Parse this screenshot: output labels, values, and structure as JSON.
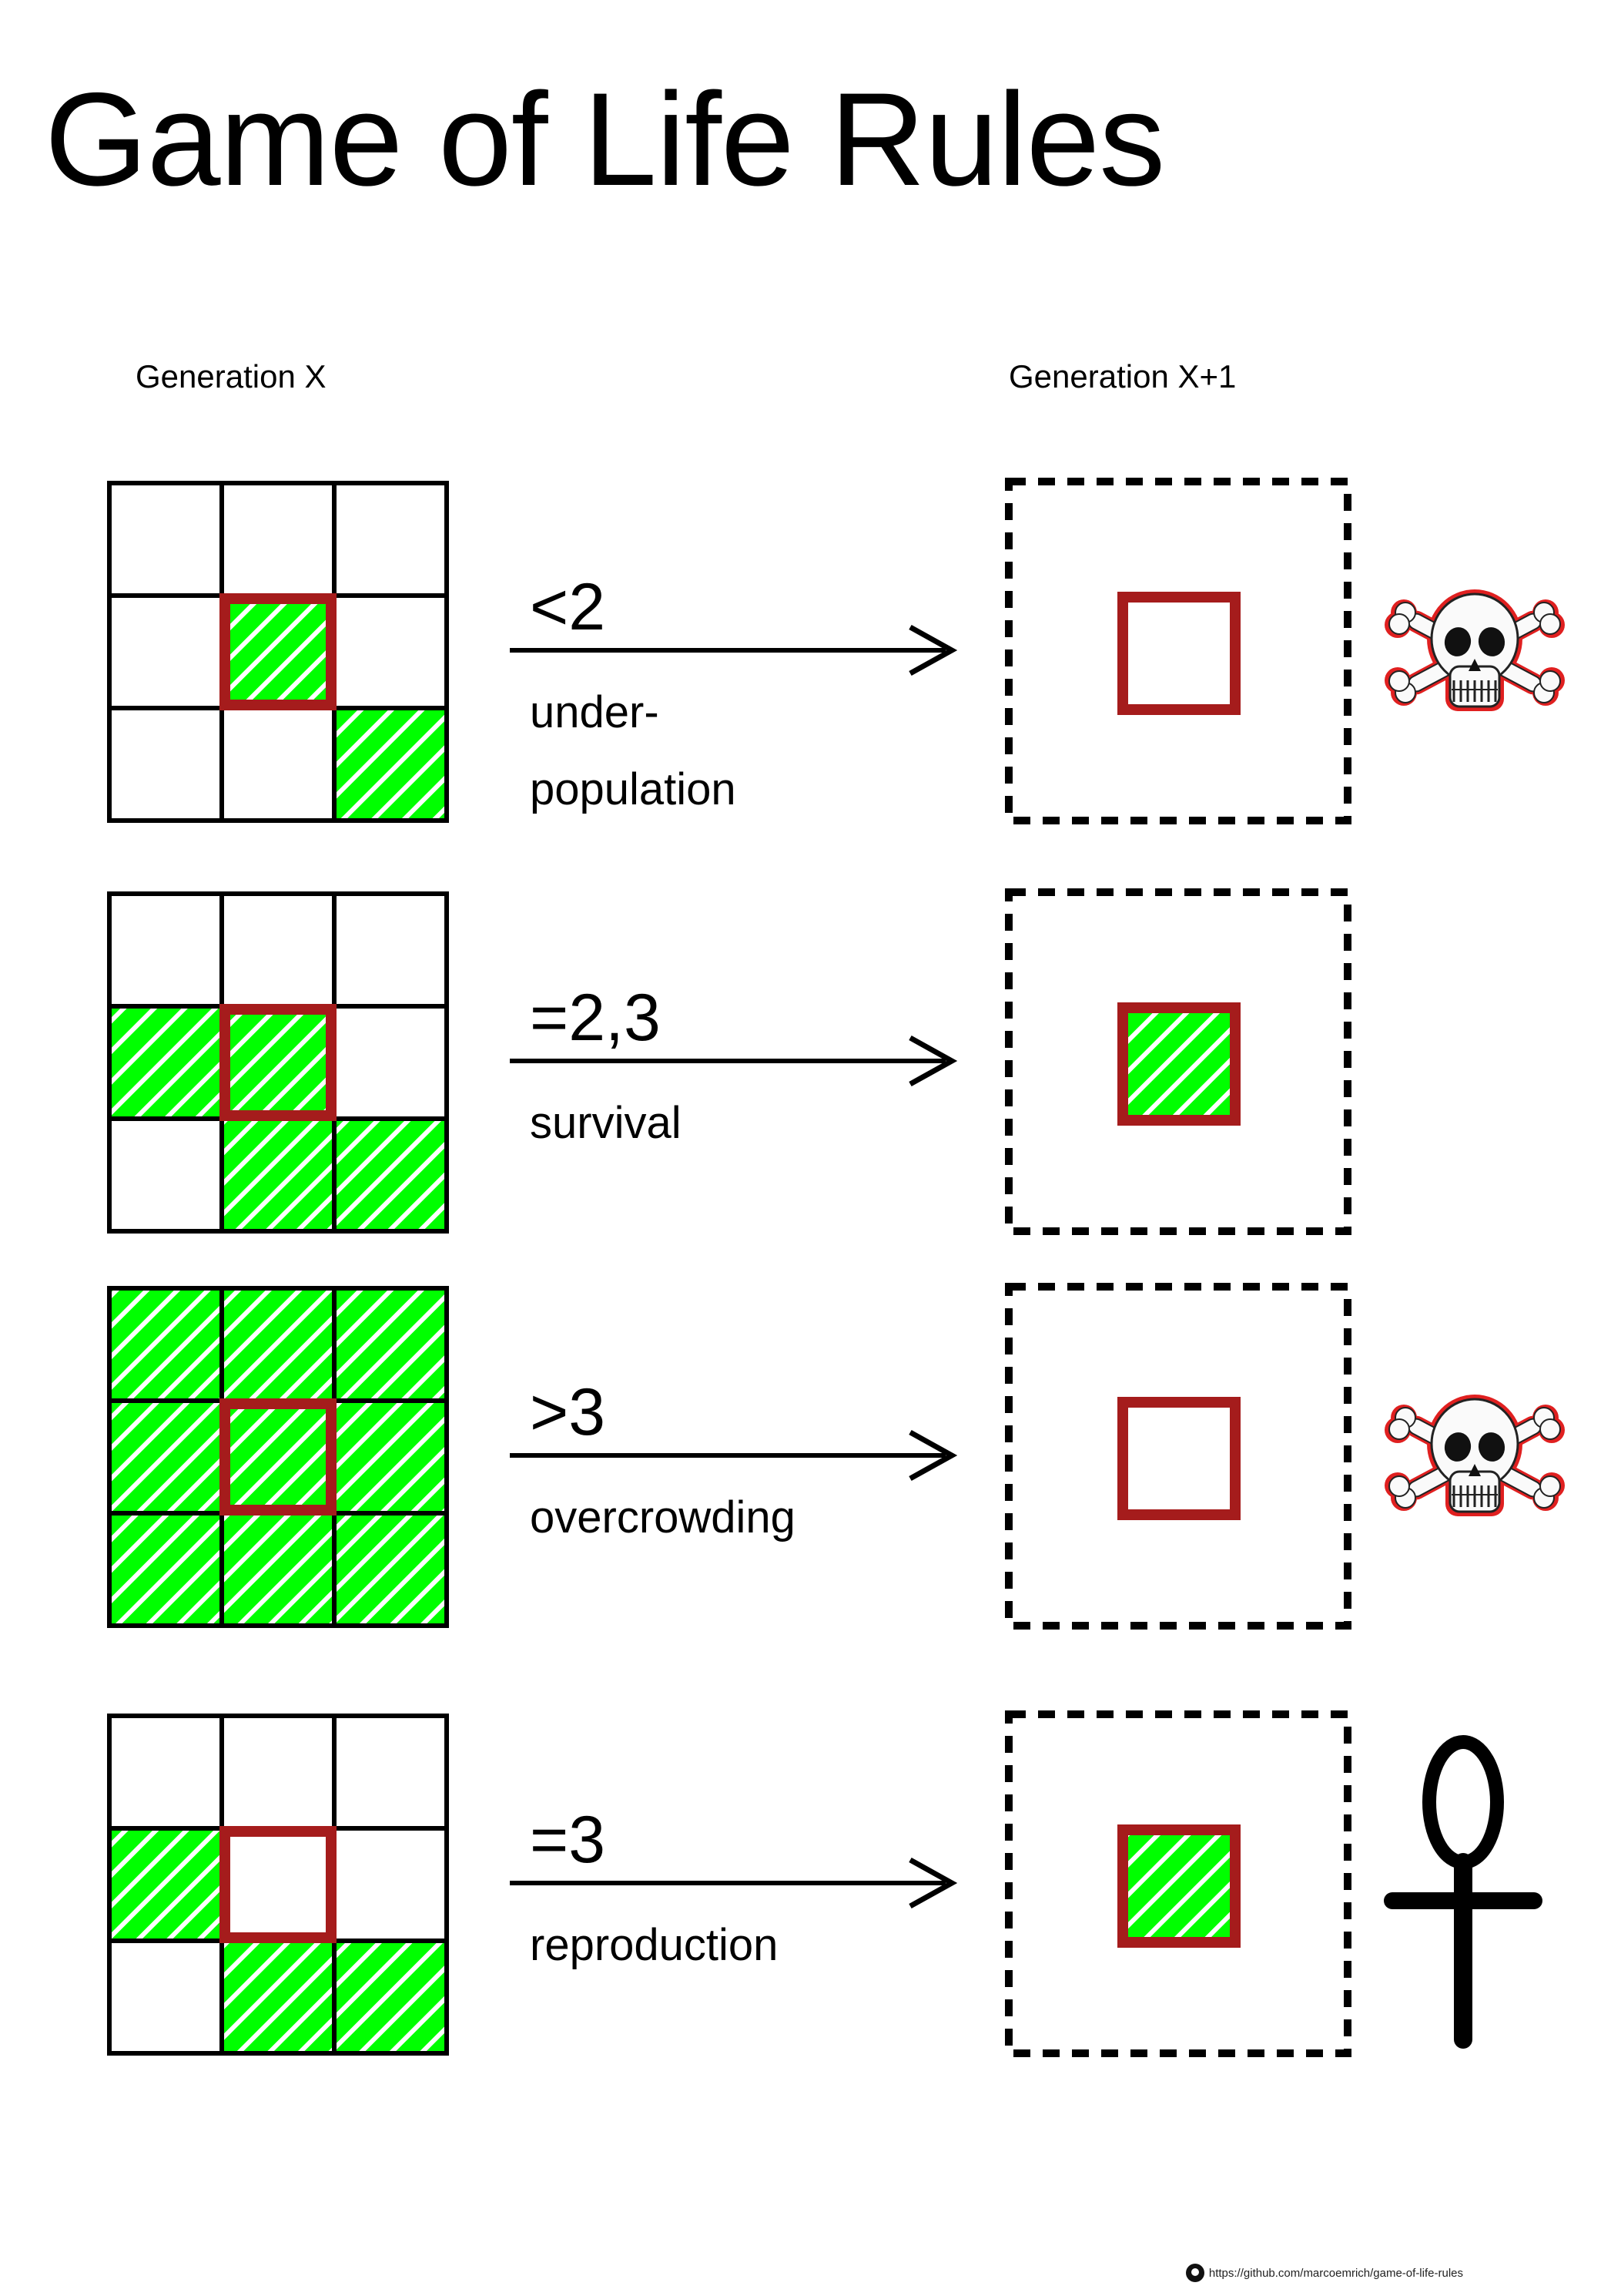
{
  "page": {
    "title": "Game of Life Rules",
    "heading_left": "Generation X",
    "heading_right": "Generation X+1",
    "footer_url": "https://github.com/marcoemrich/game-of-life-rules"
  },
  "colors": {
    "alive": "#00ff00",
    "hatch": "#ffffff",
    "highlight": "#a51c1c",
    "grid": "#000000",
    "skull_outline": "#e02020"
  },
  "rules": [
    {
      "expression": "<2",
      "name_lines": [
        "under-",
        "population"
      ],
      "grid": [
        [
          0,
          0,
          0
        ],
        [
          0,
          1,
          0
        ],
        [
          0,
          0,
          1
        ]
      ],
      "result_alive": false,
      "symbol": "skull-crossbones-icon"
    },
    {
      "expression": "=2,3",
      "name_lines": [
        "survival"
      ],
      "grid": [
        [
          0,
          0,
          0
        ],
        [
          1,
          1,
          0
        ],
        [
          0,
          1,
          1
        ]
      ],
      "result_alive": true,
      "symbol": ""
    },
    {
      "expression": ">3",
      "name_lines": [
        "overcrowding"
      ],
      "grid": [
        [
          1,
          1,
          1
        ],
        [
          1,
          1,
          1
        ],
        [
          1,
          1,
          1
        ]
      ],
      "result_alive": false,
      "symbol": "skull-crossbones-icon"
    },
    {
      "expression": "=3",
      "name_lines": [
        "reproduction"
      ],
      "grid": [
        [
          0,
          0,
          0
        ],
        [
          1,
          0,
          0
        ],
        [
          0,
          1,
          1
        ]
      ],
      "result_alive": true,
      "symbol": "ankh-icon"
    }
  ]
}
